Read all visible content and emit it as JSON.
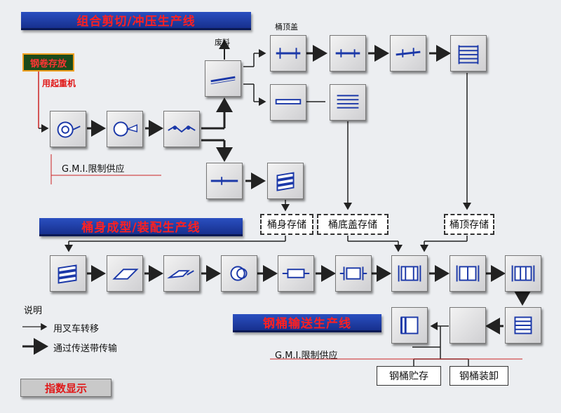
{
  "banners": {
    "stamping": "组合剪切/冲压生产线",
    "body": "桶身成型/装配生产线",
    "conveyor": "钢桶输送生产线"
  },
  "labels": {
    "scrap": "废料",
    "drum_top_lid": "桶顶盖",
    "steel_coil_storage": "钢卷存放",
    "crane": "用起重机",
    "gmi_supply_top": "G.M.I.限制供应",
    "gmi_supply_bottom": "G.M.I.限制供应"
  },
  "storage": {
    "body_storage": "桶身存储",
    "bottom_lid_storage": "桶底盖存储",
    "top_storage": "桶顶存储",
    "drum_storage": "钢桶贮存",
    "drum_unload": "钢桶装卸"
  },
  "legend": {
    "title": "说明",
    "forklift": "用叉车转移",
    "conveyor": "通过传送带传输"
  },
  "index_display": "指数显示",
  "colors": {
    "banner_bg": "#1f3fa8",
    "banner_text": "#ff2020",
    "line": "#222222",
    "red_line": "#cc2222"
  }
}
